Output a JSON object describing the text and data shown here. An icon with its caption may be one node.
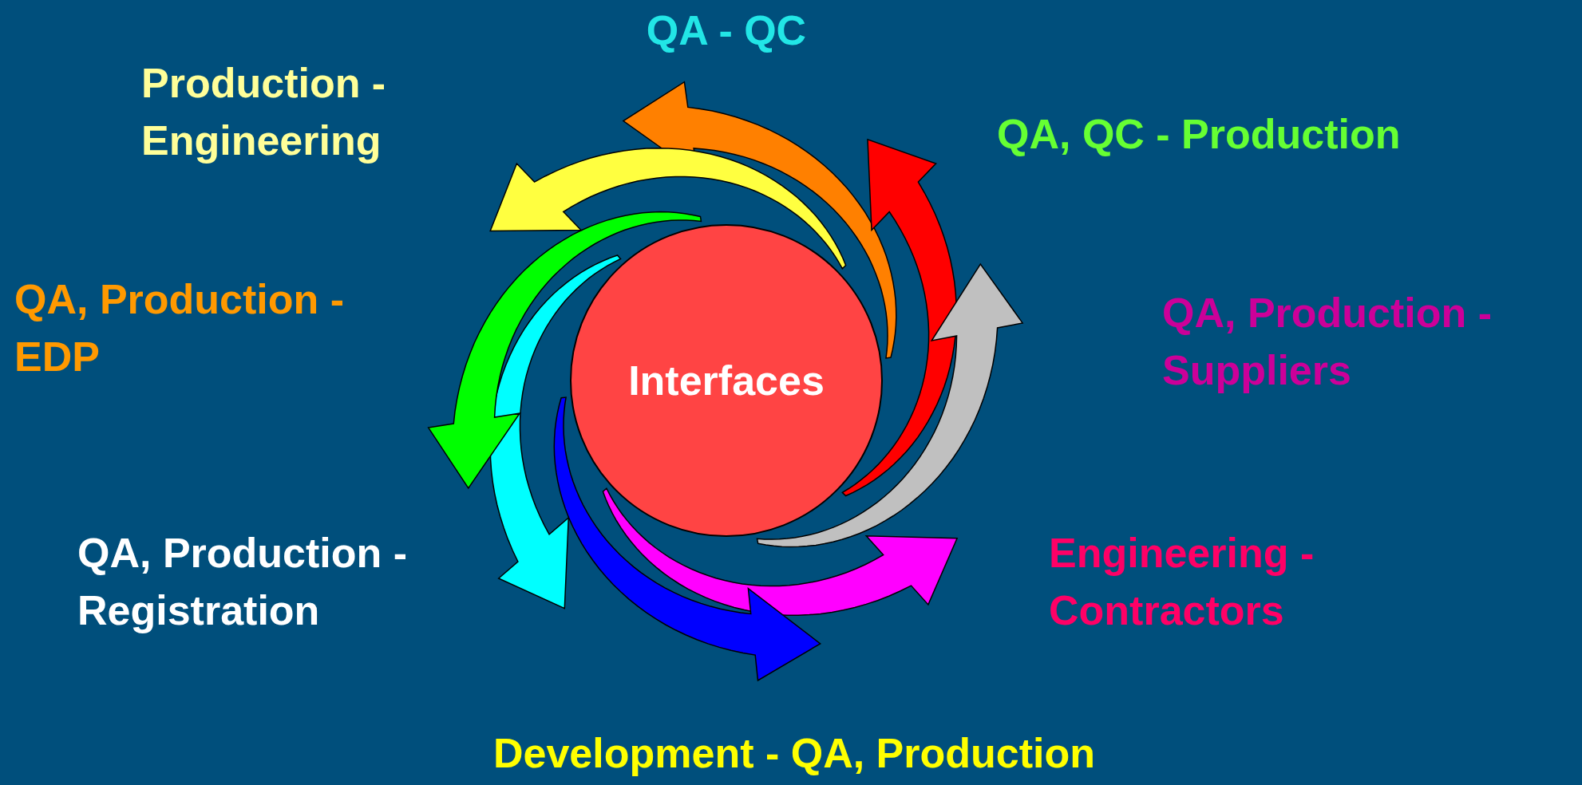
{
  "diagram": {
    "nodes": [
      {
        "text": [
          "QA - QC"
        ]
      },
      {
        "text": [
          "Production - Engineering"
        ]
      },
      {
        "text": [
          "QA, QC - Production"
        ]
      },
      {
        "text": [
          "QA, Production - EDP"
        ]
      },
      {
        "text": [
          "QA, Production - Suppliers"
        ]
      },
      {
        "text": [
          "Interfaces"
        ]
      },
      {
        "text": [
          "QA, Production - Registration"
        ]
      },
      {
        "text": [
          "Engineering - Contractors"
        ]
      },
      {
        "text": [
          "Development - QA, Production"
        ]
      }
    ]
  }
}
